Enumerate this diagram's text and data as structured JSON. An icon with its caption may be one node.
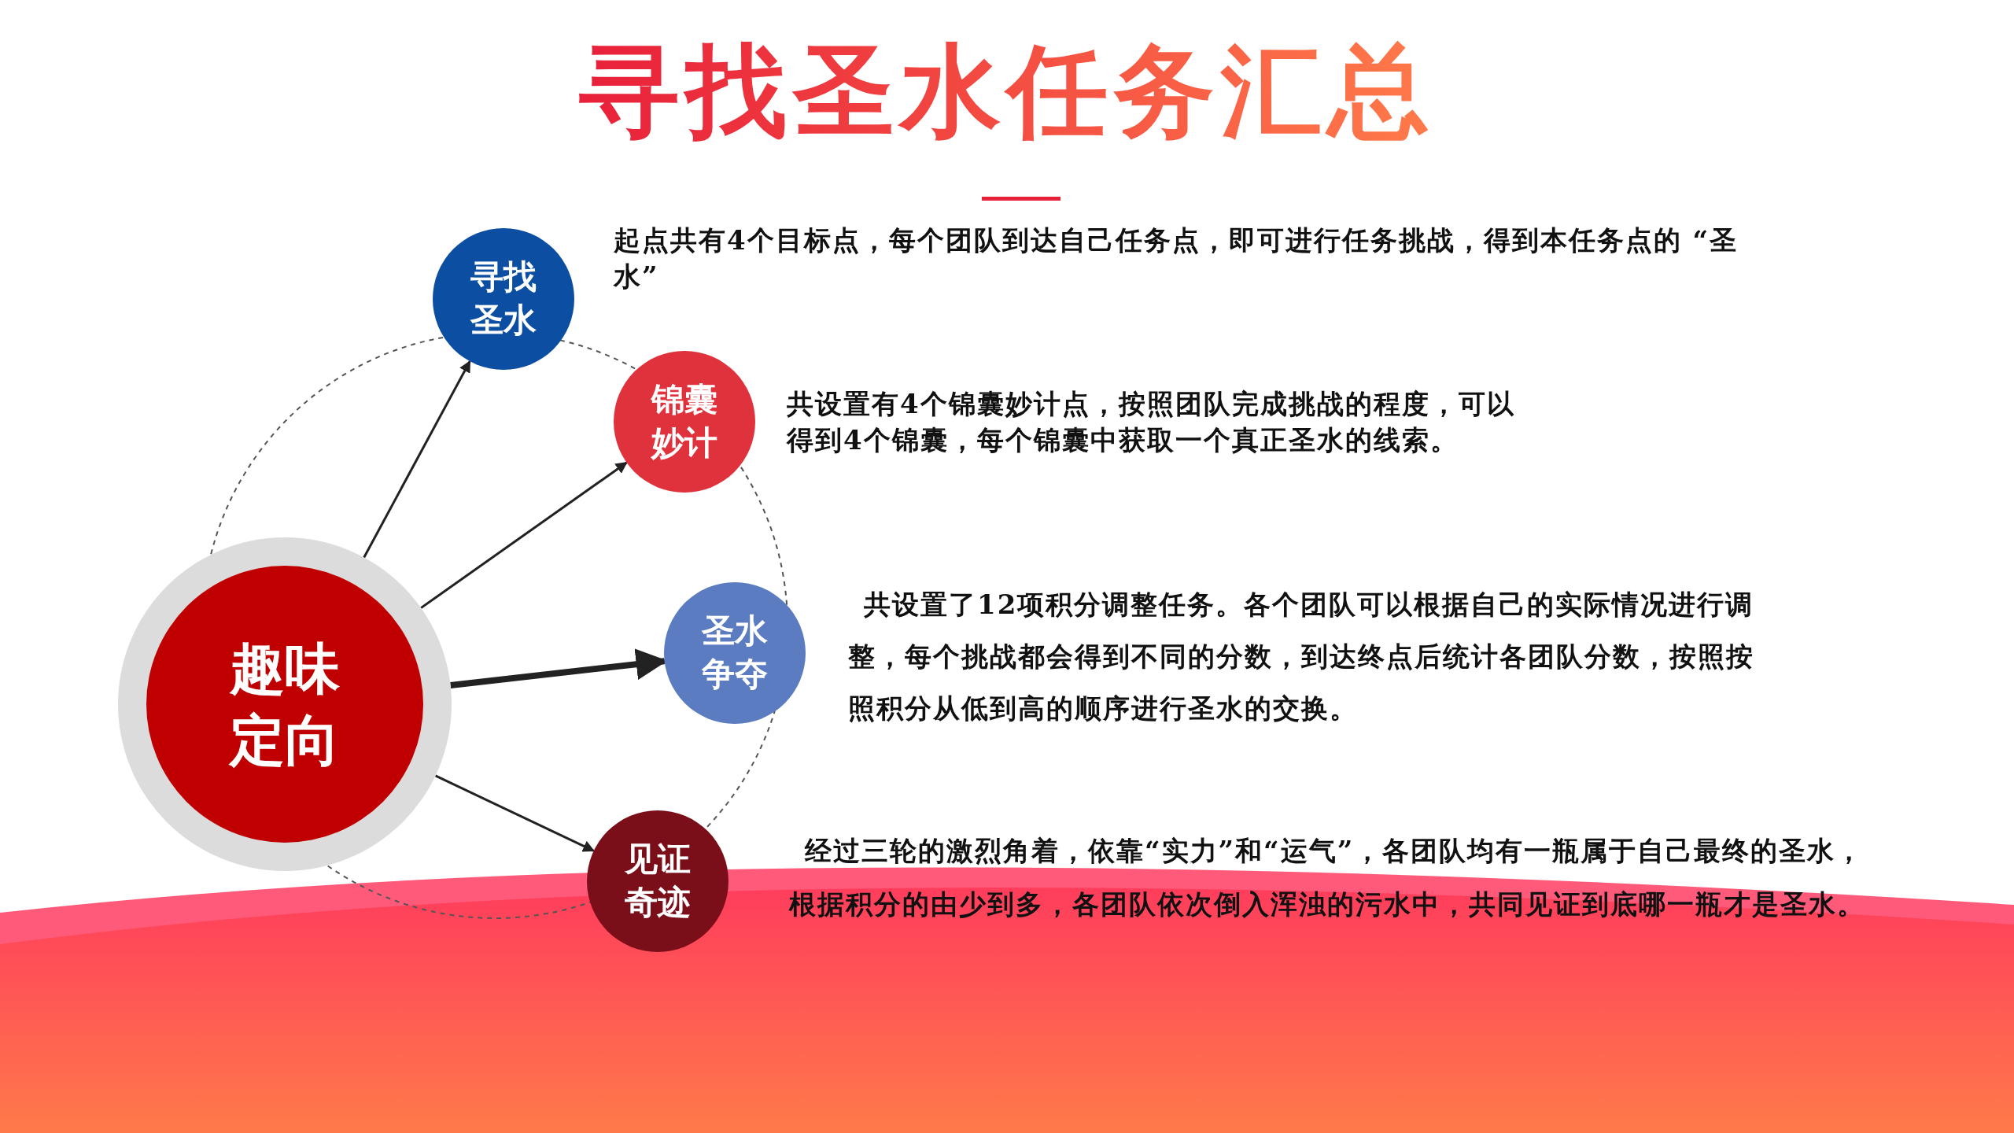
{
  "diagram": {
    "title": "寻找圣水任务汇总",
    "nodes": [
      {
        "text": [
          "趣味定向"
        ]
      },
      {
        "text": [
          "寻找圣水"
        ],
        "beside": [
          "起点共有**4**个目标点，每个团队到达自己任务点，即可进行任务挑战，得到本任务点的 “圣水”"
        ]
      },
      {
        "text": [
          "锦囊妙计"
        ],
        "beside": [
          "共设置有**4**个锦囊妙计点，按照团队完成挑战的程度，可以得到**4**个锦囊，每个锦囊中获取一个真正圣水的线索。"
        ]
      },
      {
        "text": [
          "圣水争夺"
        ],
        "beside": [
          "共设置了**12**项积分调整任务。各个团队可以根据自己的实际情况进行调整，每个挑战都会得到不同的分数，到达终点后统计各团队分数，按照按照积分从低到高的顺序进行圣水的交换。"
        ]
      },
      {
        "text": [
          "见证奇迹"
        ],
        "beside": [
          "经过三轮的激烈角着，依靠“实力”和“运气”，各团队均有一瓶属于自己最终的圣水，根据积分的由少到多，各团队依次倒入浑浊的污水中，共同见证到底哪一瓶才是圣水。"
        ]
      }
    ],
    "edges": [
      {
        "from": 0,
        "to": 1,
        "arrow": "to"
      },
      {
        "from": 0,
        "to": 2,
        "arrow": "to"
      },
      {
        "from": 0,
        "to": 3,
        "arrow": "to",
        "style": "thick"
      },
      {
        "from": 0,
        "to": 4,
        "arrow": "to"
      }
    ]
  }
}
